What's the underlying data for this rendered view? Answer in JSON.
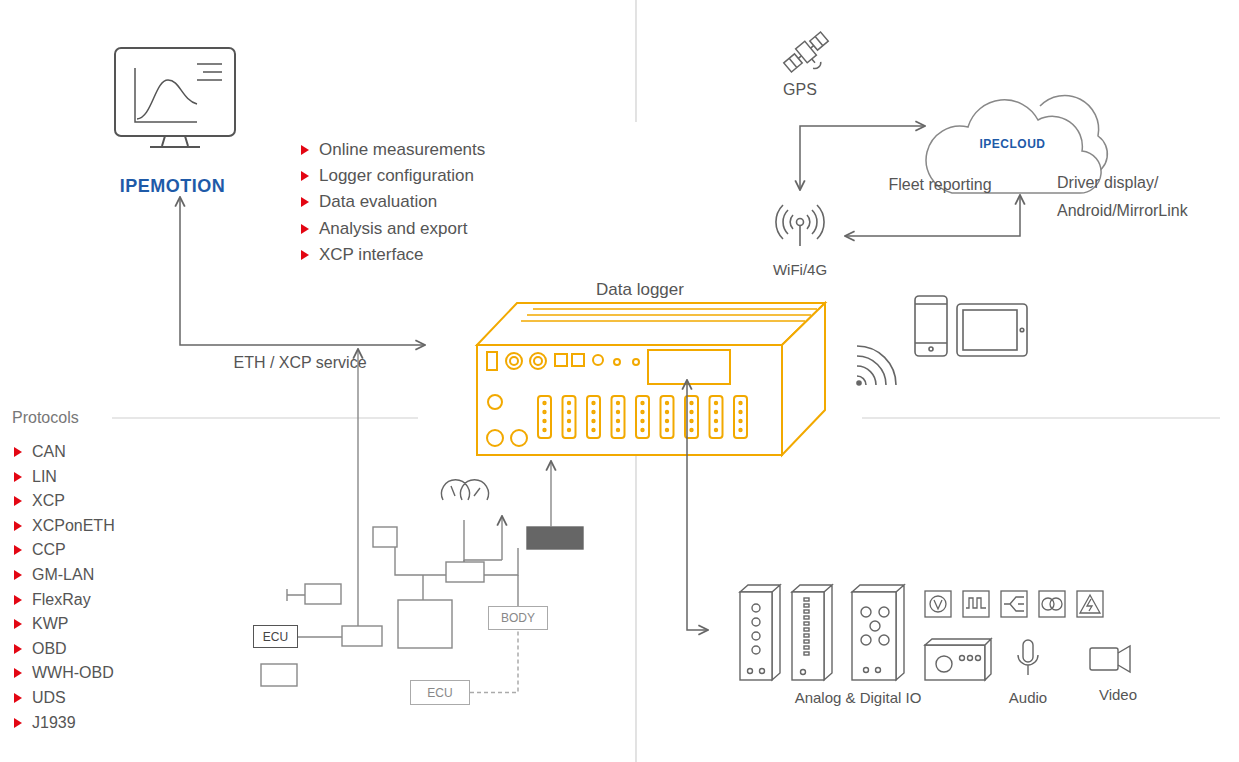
{
  "diagram": {
    "nodes": [
      {
        "text": [
          "IPEMOTION"
        ]
      },
      {
        "text": [
          "IPECLOUD"
        ]
      },
      {
        "text": [
          "WiFi/4G"
        ]
      },
      {
        "text": [
          "Data logger"
        ]
      },
      {
        "text": [
          "ECU"
        ]
      },
      {
        "text": [
          "BODY"
        ]
      },
      {
        "text": [
          "ECU"
        ]
      }
    ],
    "edges": [
      {
        "from": 0,
        "to": 3,
        "label": "ETH / XCP service",
        "arrow": "both"
      },
      {
        "from": 1,
        "to": 2,
        "arrow": "both"
      },
      {
        "from": 2,
        "to": 1,
        "arrow": "both"
      },
      {
        "from": 6,
        "to": 5,
        "arrow": "none"
      }
    ],
    "labels": [
      "Online measurements",
      "Logger configuration",
      "Data evaluation",
      "Analysis and export",
      "XCP interface",
      "GPS",
      "Fleet reporting",
      "Driver display/ Android/MirrorLink",
      "Protocols",
      "CAN",
      "LIN",
      "XCP",
      "XCPonETH",
      "CCP",
      "GM-LAN",
      "FlexRay",
      "KWP",
      "OBD",
      "WWH-OBD",
      "UDS",
      "J1939",
      "Analog & Digital IO",
      "Audio",
      "Video"
    ]
  }
}
